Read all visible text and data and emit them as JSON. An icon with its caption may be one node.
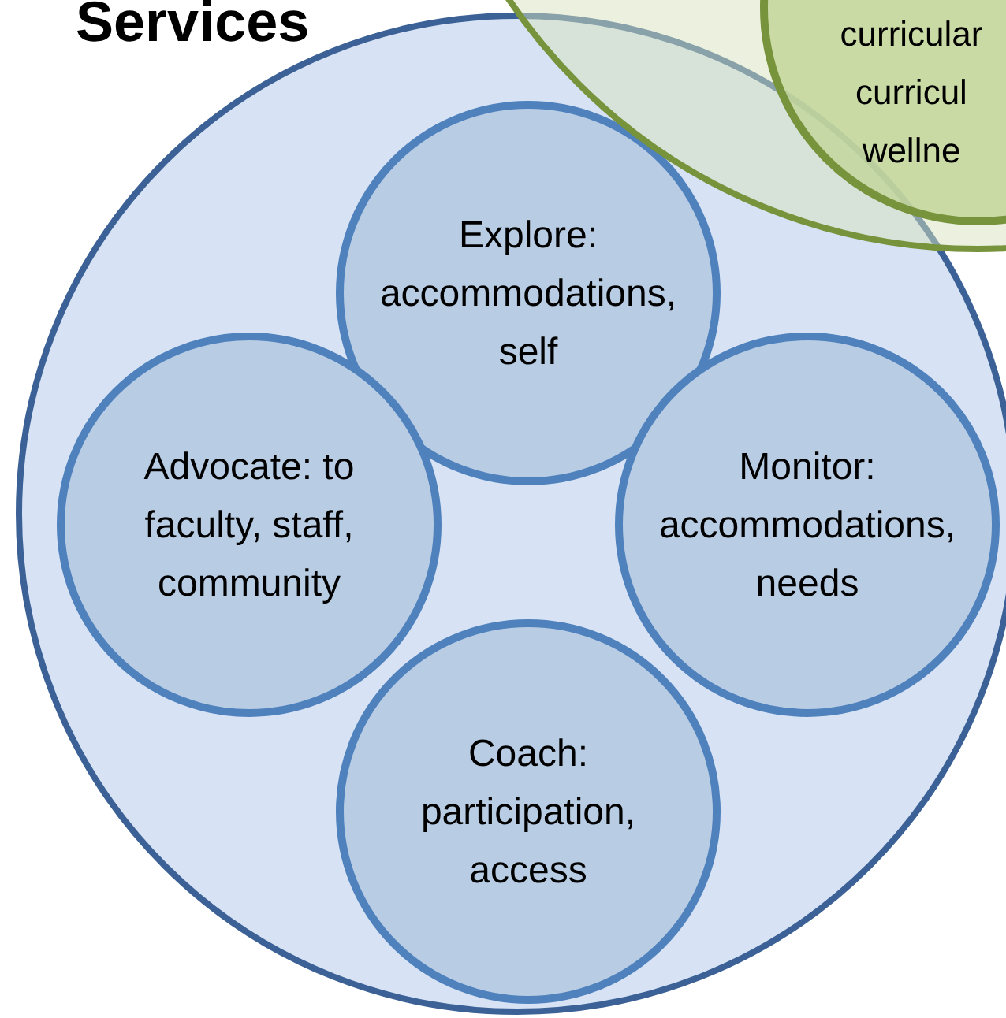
{
  "diagram": {
    "nodes": [
      {
        "text": [
          "Services"
        ]
      },
      {
        "text": [
          "Explore: accommodations, self"
        ],
        "in": 0
      },
      {
        "text": [
          "Advocate: to faculty, staff, community"
        ],
        "in": 0
      },
      {
        "text": [
          "Monitor: accommodations, needs"
        ],
        "in": 0
      },
      {
        "text": [
          "Coach: participation, access"
        ],
        "in": 0
      },
      {
        "text": [],
        "shape": "circle"
      },
      {
        "text": [
          "curricular curricul wellne"
        ],
        "in": 5
      }
    ]
  }
}
